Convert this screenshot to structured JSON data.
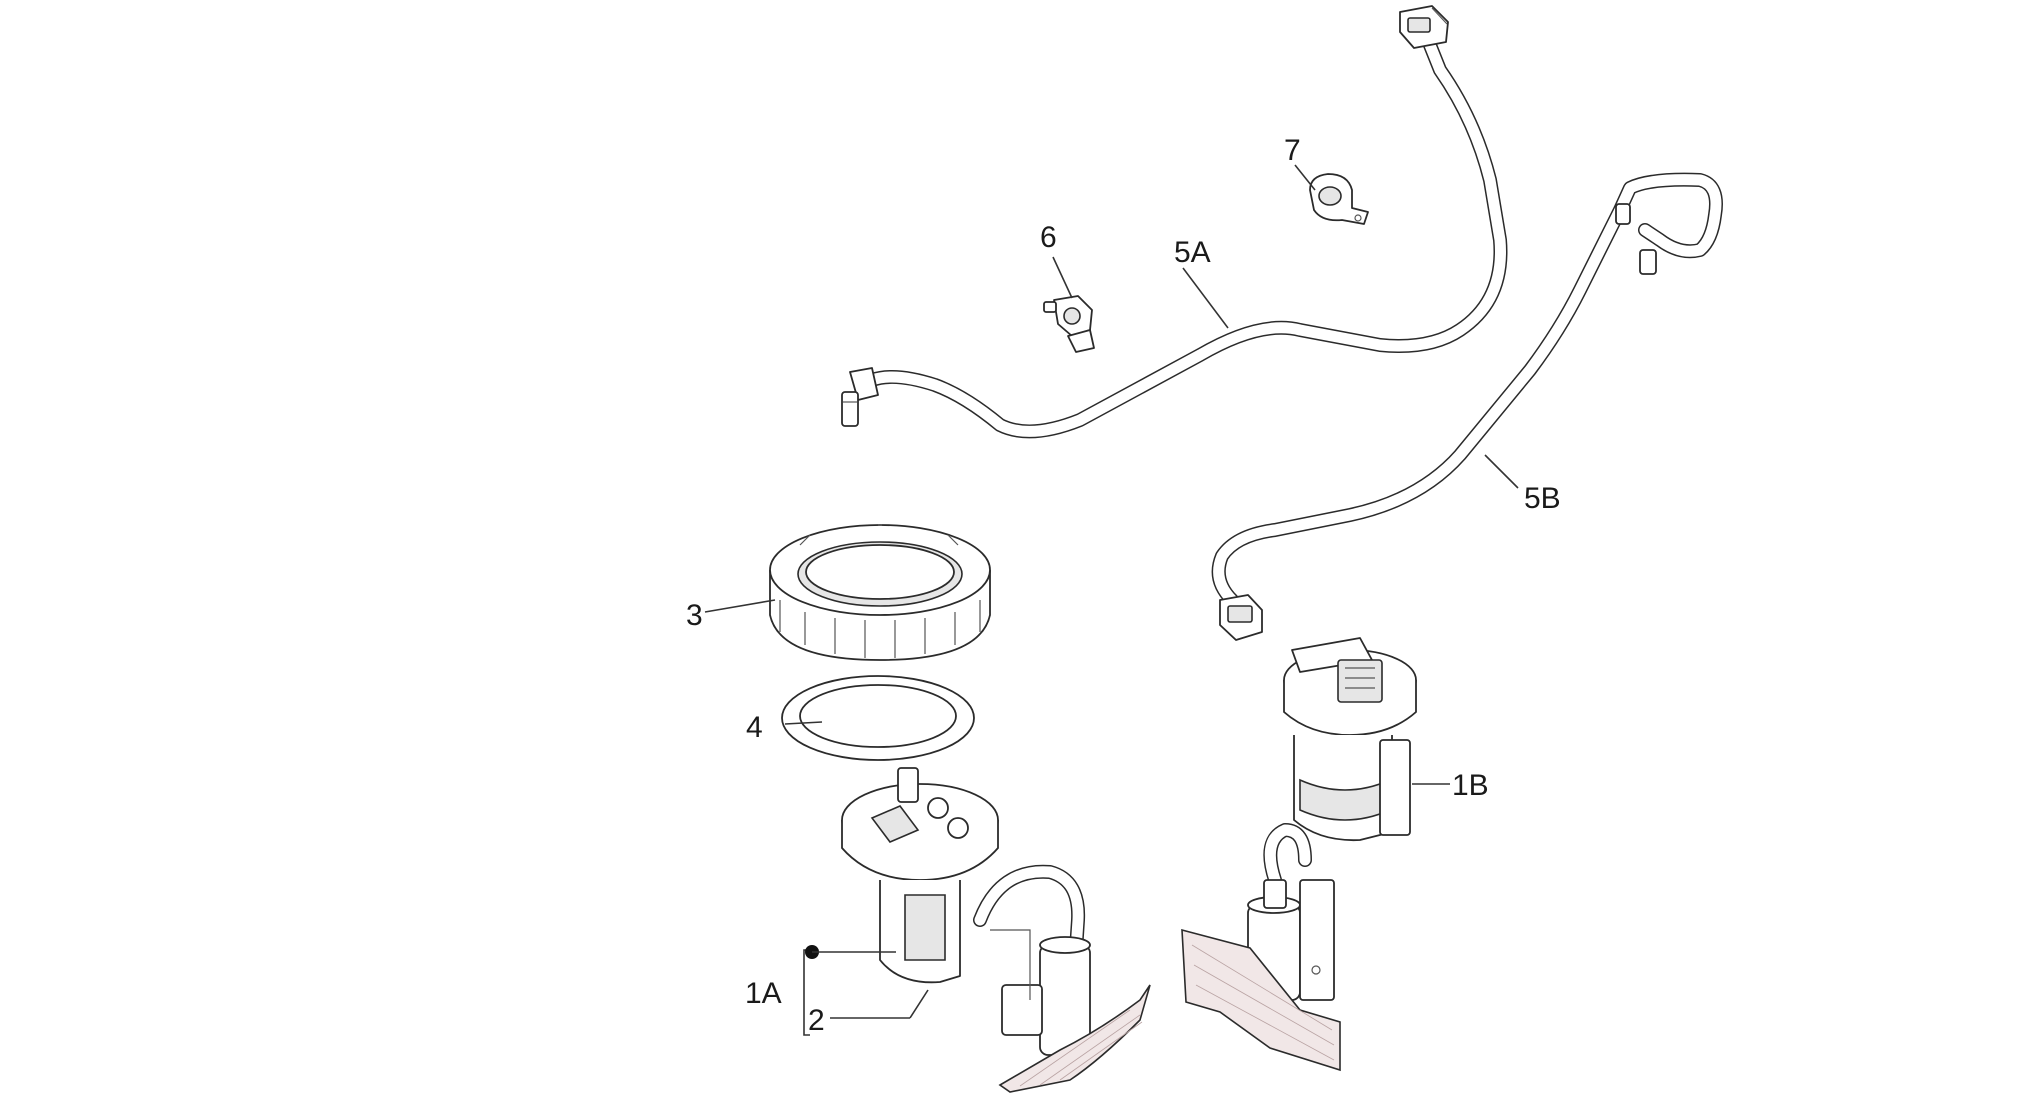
{
  "callouts": {
    "c1A": "1A",
    "c1B": "1B",
    "c2": "2",
    "c3": "3",
    "c4": "4",
    "c5A": "5A",
    "c5B": "5B",
    "c6": "6",
    "c7": "7"
  },
  "colors": {
    "line": "#2b2b2b",
    "background": "#ffffff",
    "filter_fill": "#f1e7e7"
  }
}
